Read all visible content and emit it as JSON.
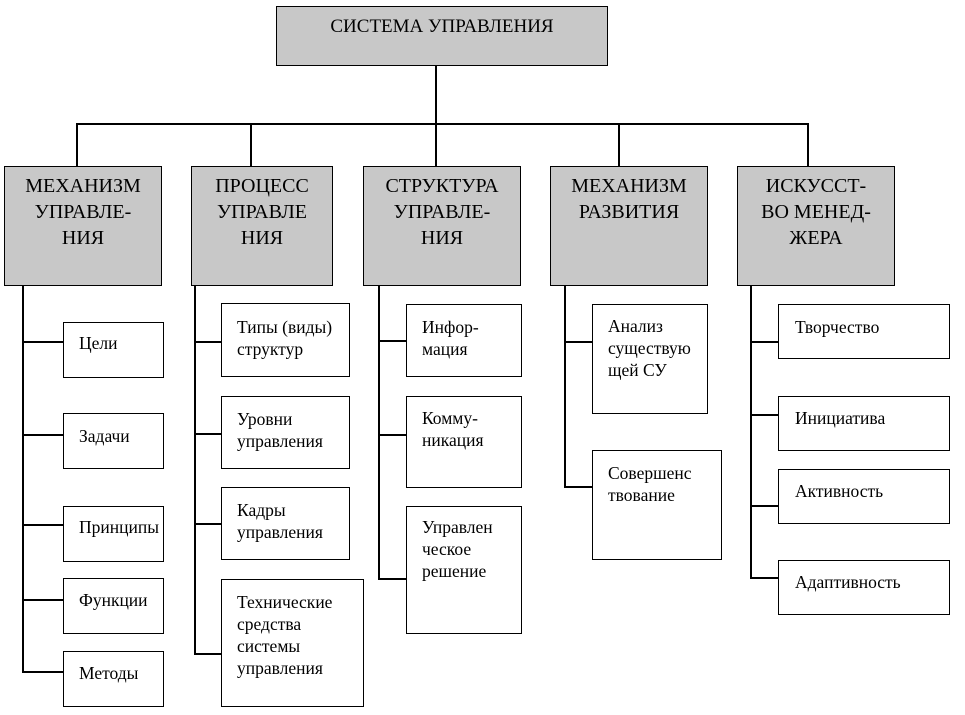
{
  "root": "СИСТЕМА УПРАВЛЕНИЯ",
  "columns": [
    {
      "title": "МЕХАНИЗМ\nУПРАВЛЕ-\nНИЯ",
      "items": [
        "Цели",
        "Задачи",
        "Принципы",
        "Функции",
        "Методы"
      ]
    },
    {
      "title": "ПРОЦЕСС\nУПРАВЛЕ\nНИЯ",
      "items": [
        "Типы (виды)\nструктур",
        "Уровни\nуправления",
        "Кадры\nуправления",
        "Технические\nсредства\nсистемы\nуправления"
      ]
    },
    {
      "title": "СТРУКТУРА\nУПРАВЛЕ-\nНИЯ",
      "items": [
        "Инфор-\nмация",
        "Комму-\nникация",
        "Управлен\nческое\nрешение"
      ]
    },
    {
      "title": "МЕХАНИЗМ\nРАЗВИТИЯ",
      "items": [
        "Анализ\nсуществую\nщей СУ",
        "Совершенс\nтвование"
      ]
    },
    {
      "title": "ИСКУССТ-\nВО МЕНЕД-\nЖЕРА",
      "items": [
        "Творчество",
        "Инициатива",
        "Активность",
        "Адаптивность"
      ]
    }
  ]
}
